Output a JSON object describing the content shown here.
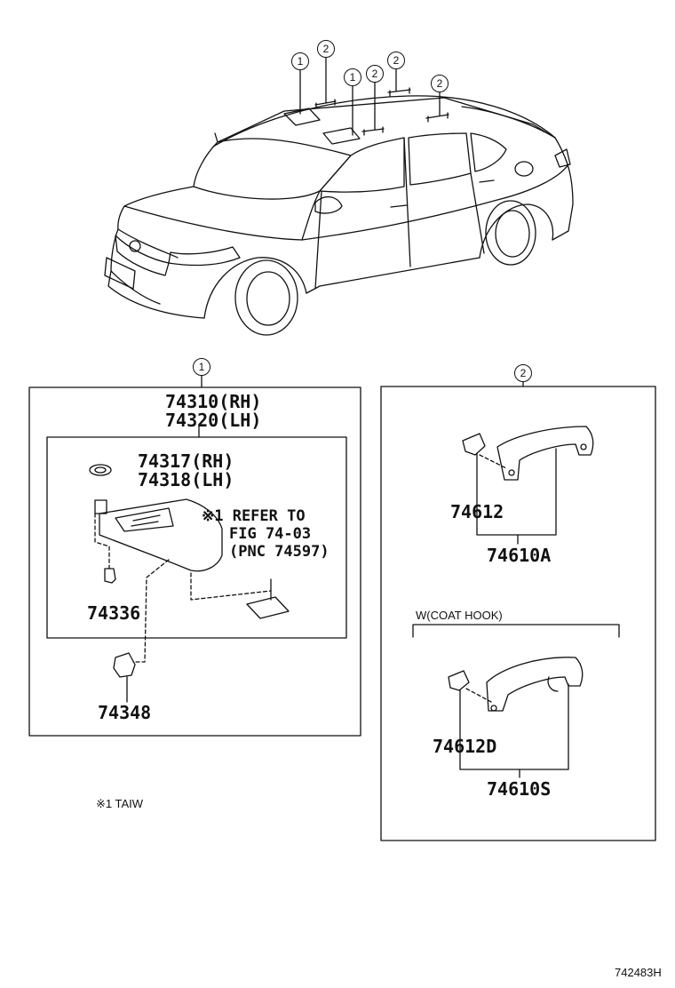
{
  "car_callouts": [
    {
      "label": "1"
    },
    {
      "label": "2"
    },
    {
      "label": "1"
    },
    {
      "label": "2"
    },
    {
      "label": "2"
    },
    {
      "label": "2"
    }
  ],
  "section1": {
    "callout": "1",
    "title_rh": "74310(RH)",
    "title_lh": "74320(LH)",
    "clip_rh": "74317(RH)",
    "clip_lh": "74318(LH)",
    "note_line1": "※1 REFER TO",
    "note_line2": "FIG 74-03",
    "note_line3": "(PNC 74597)",
    "part_holder": "74336",
    "part_bracket": "74348"
  },
  "section2": {
    "callout": "2",
    "part_cap": "74612",
    "part_grip": "74610A",
    "coat_hook_label": "W(COAT HOOK)",
    "part_cap_d": "74612D",
    "part_grip_s": "74610S"
  },
  "footnote": "※1 TAIW",
  "figure_code": "742483H"
}
